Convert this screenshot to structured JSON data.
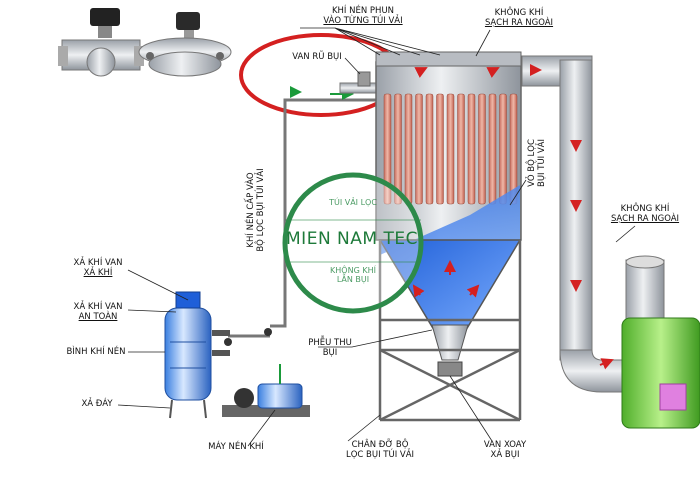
{
  "labels": {
    "khi_nen_phun": [
      "KHÍ NÉN PHUN",
      "VÀO TỪNG TÚI VẢI"
    ],
    "khong_khi_sach_top": [
      "KHÔNG KHÍ",
      "SẠCH RA NGOÀI"
    ],
    "van_ru_bui": "VAN RŨ BỤI",
    "vo_bo_loc": [
      "VỎ BỘ LỌC",
      "BỤI TÚI VẢI"
    ],
    "khi_nen_cap": [
      "KHÍ NÉN CẤP VÀO",
      "BỘ LỌC BỤI TÚI VẢI"
    ],
    "khong_khi_sach_right": [
      "KHÔNG KHÍ",
      "SẠCH RA NGOÀI"
    ],
    "xa_khi_van": [
      "XẢ KHÍ VAN",
      "XẢ KHÍ"
    ],
    "xa_khi_van_an_toan": [
      "XẢ KHÍ VAN",
      "AN TOÀN"
    ],
    "binh_khi_nen": "BÌNH KHÍ NÉN",
    "xa_day": "XẢ ĐÁY",
    "may_nen_khi": "MÁY NÉN KHÍ",
    "pheu_thu_bui": [
      "PHỄU THU",
      "BỤI"
    ],
    "chan_do": [
      "CHÂN ĐỠ BỘ",
      "LỌC BỤI TÚI VẢI"
    ],
    "van_xoay": [
      "VAN XOAY",
      "XẢ BỤI"
    ]
  },
  "watermark": {
    "brand": "MIEN NAM TEC",
    "top": "TÚI VẢI LỌC",
    "bottom": [
      "KHÔNG KHÍ",
      "LẪN BỤI"
    ]
  },
  "colors": {
    "accent_red": "#d42020",
    "brand_green": "#1e7a3a",
    "blue": "#2c6fe0",
    "steel": "#c8ccd2",
    "bag": "#d99080",
    "fan_green": "#7fd14a"
  }
}
